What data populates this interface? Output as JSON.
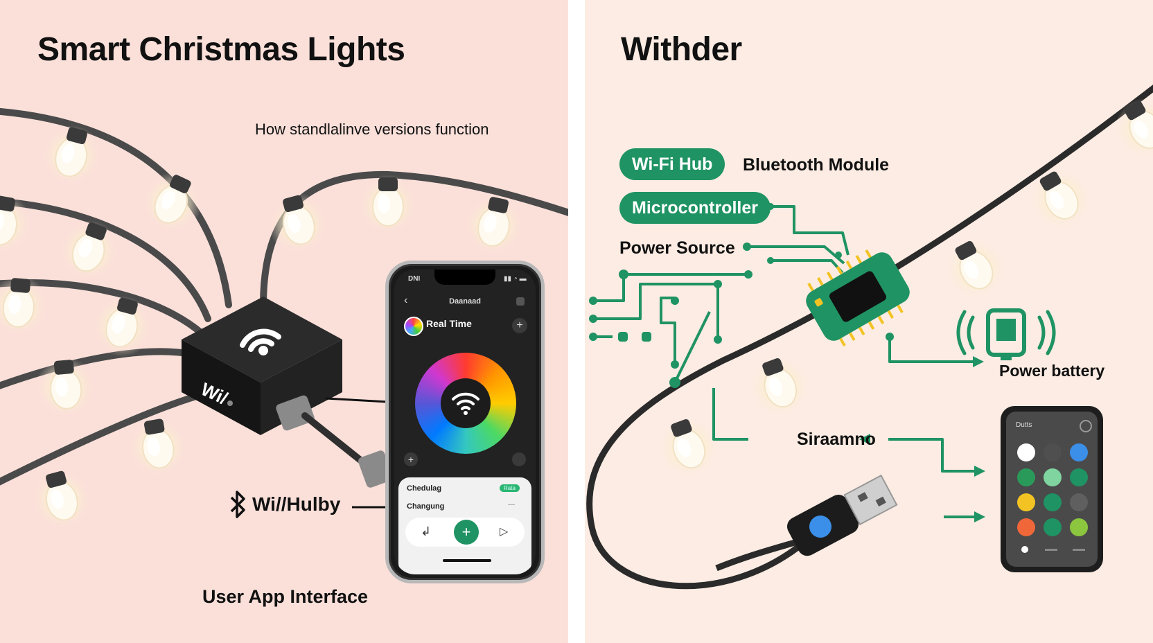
{
  "left": {
    "title": "Smart Christmas Lights",
    "subtitle": "How standlalinve versions function",
    "hub_label": "Wi/",
    "connection_label": "Wi//Hulby",
    "app_caption": "User App Interface",
    "phone": {
      "status_carrier": "DNI",
      "header_title": "Daanaad",
      "mode_title": "Real Time",
      "rows": [
        {
          "label": "Chedulag",
          "badge": "Rata"
        },
        {
          "label": "Changung",
          "badge": "—"
        }
      ]
    }
  },
  "right": {
    "title": "Withder",
    "pills": [
      "Wi-Fi Hub",
      "Microcontroller"
    ],
    "bluetooth_label": "Bluetooth Module",
    "power_source_label": "Power Source",
    "battery_label": "Power battery",
    "sensor_label": "Siraamno",
    "remote_title": "Dutts"
  },
  "colors": {
    "left_bg": "#fbe0da",
    "right_bg": "#fcece3",
    "accent_green": "#1f9363",
    "wire": "#4a4a4a"
  },
  "icons": [
    "wifi-icon",
    "bluetooth-icon",
    "back-icon",
    "plus-icon",
    "play-icon",
    "usb-plug-icon",
    "signal-waves-icon"
  ]
}
